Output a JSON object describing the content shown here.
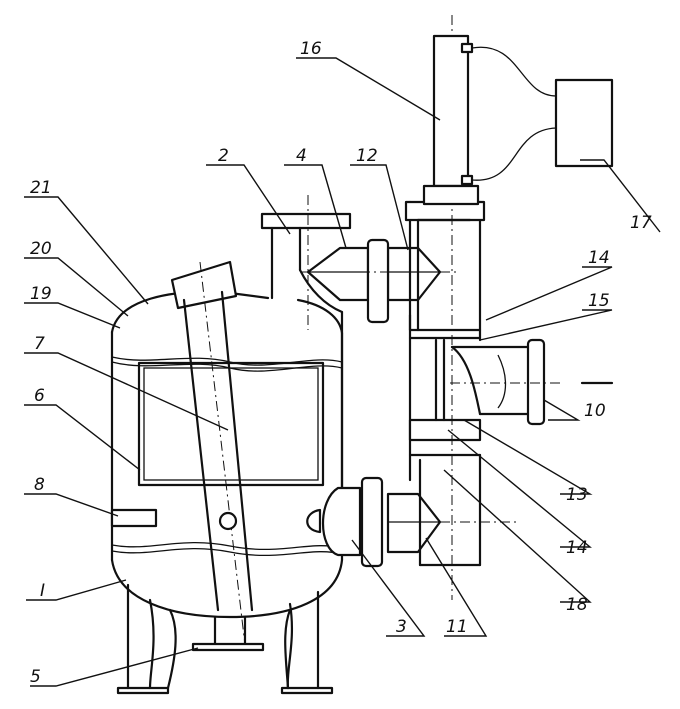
{
  "labels": {
    "l1": "I",
    "l2": "2",
    "l3": "3",
    "l4": "4",
    "l5": "5",
    "l6": "6",
    "l7": "7",
    "l8": "8",
    "l10": "10",
    "l11": "11",
    "l12": "12",
    "l13": "13",
    "l14a": "14",
    "l14b": "14",
    "l15": "15",
    "l16": "16",
    "l17": "17",
    "l18": "18",
    "l19": "19",
    "l20": "20",
    "l21": "21"
  }
}
